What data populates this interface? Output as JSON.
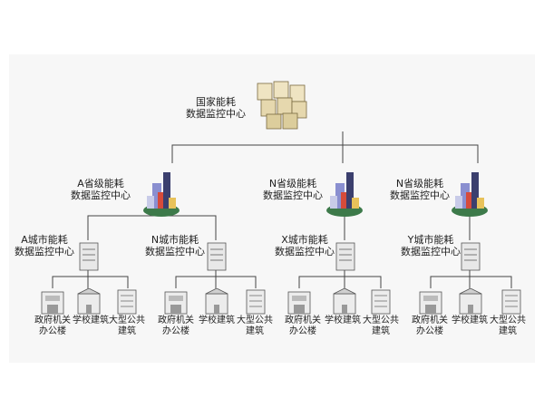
{
  "national": {
    "label_line1": "国家能耗",
    "label_line2": "数据监控中心"
  },
  "provinces": [
    {
      "label_line1": "A省级能耗",
      "label_line2": "数据监控中心"
    },
    {
      "label_line1": "N省级能耗",
      "label_line2": "数据监控中心"
    },
    {
      "label_line1": "N省级能耗",
      "label_line2": "数据监控中心"
    }
  ],
  "cities": [
    {
      "label_line1": "A城市能耗",
      "label_line2": "数据监控中心"
    },
    {
      "label_line1": "N城市能耗",
      "label_line2": "数据监控中心"
    },
    {
      "label_line1": "X城市能耗",
      "label_line2": "数据监控中心"
    },
    {
      "label_line1": "Y城市能耗",
      "label_line2": "数据监控中心"
    }
  ],
  "building_types": [
    {
      "line1": "政府机关",
      "line2": "办公楼"
    },
    {
      "line1": "学校建筑",
      "line2": ""
    },
    {
      "line1": "大型公共",
      "line2": "建筑"
    }
  ]
}
